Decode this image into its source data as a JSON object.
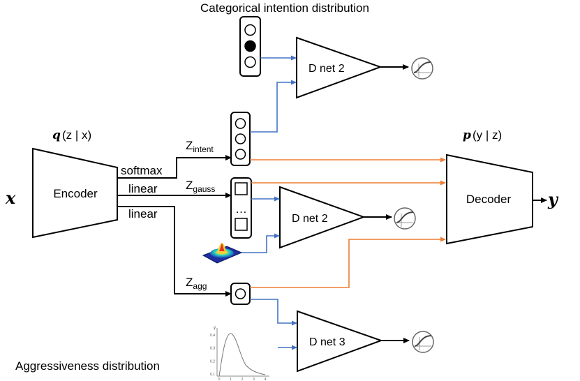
{
  "diagram": {
    "title_top": "Categorical intention distribution",
    "title_bottom": "Aggressiveness distribution",
    "encoder": {
      "label": "Encoder",
      "dist_symbol": "q",
      "dist_args": "(z | x)",
      "input_symbol": "x"
    },
    "decoder": {
      "label": "Decoder",
      "dist_symbol": "p",
      "dist_args": "(y | z)",
      "output_symbol": "y"
    },
    "branches": {
      "softmax": "softmax",
      "linear_1": "linear",
      "linear_2": "linear"
    },
    "latents": {
      "intent": {
        "base": "Z",
        "sub": "intent"
      },
      "gauss": {
        "base": "Z",
        "sub": "gauss",
        "ellipsis": "…"
      },
      "agg": {
        "base": "Z",
        "sub": "agg"
      }
    },
    "dnets": {
      "top": "D net 2",
      "middle": "D net 2",
      "bottom": "D net 3"
    },
    "mini_plot": {
      "y_axis_label": "y",
      "y_ticks": [
        "0.4",
        "0.3",
        "0.2",
        "0.1"
      ],
      "x_ticks": [
        "0",
        "1",
        "2",
        "3",
        "4"
      ]
    },
    "colors": {
      "blue_link": "#4472c4",
      "orange_link": "#ed7d31",
      "stroke": "#000000"
    },
    "icons": {
      "discriminator_output": "sigmoid-icon",
      "gaussian": "gaussian-surface-icon"
    }
  }
}
